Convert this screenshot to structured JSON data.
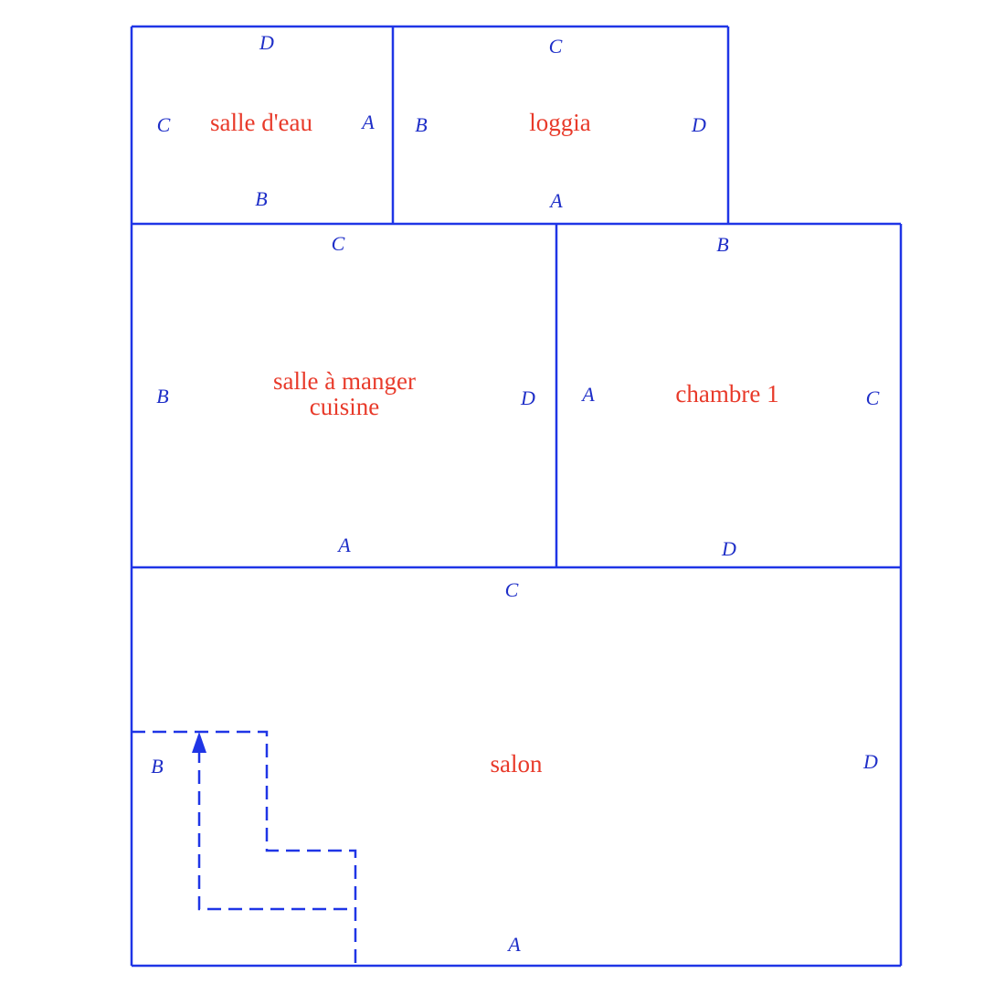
{
  "colors": {
    "walls": "#1f35e6",
    "room_names": "#e83a2a",
    "wall_letters": "#1f2fc8"
  },
  "rooms": {
    "salle_eau": {
      "name": "salle d'eau",
      "walls": {
        "top": "D",
        "left": "C",
        "right": "A",
        "bottom": "B"
      }
    },
    "loggia": {
      "name": "loggia",
      "walls": {
        "top": "C",
        "left": "B",
        "right": "D",
        "bottom": "A"
      }
    },
    "salle_a_manger": {
      "name_line1": "salle à manger",
      "name_line2": "cuisine",
      "walls": {
        "top": "C",
        "left": "B",
        "right": "D",
        "bottom": "A"
      }
    },
    "chambre": {
      "name": "chambre 1",
      "walls": {
        "top": "B",
        "left": "A",
        "right": "C",
        "bottom": "D"
      }
    },
    "salon": {
      "name": "salon",
      "walls": {
        "top": "C",
        "left": "B",
        "right": "D",
        "bottom": "A"
      }
    }
  }
}
